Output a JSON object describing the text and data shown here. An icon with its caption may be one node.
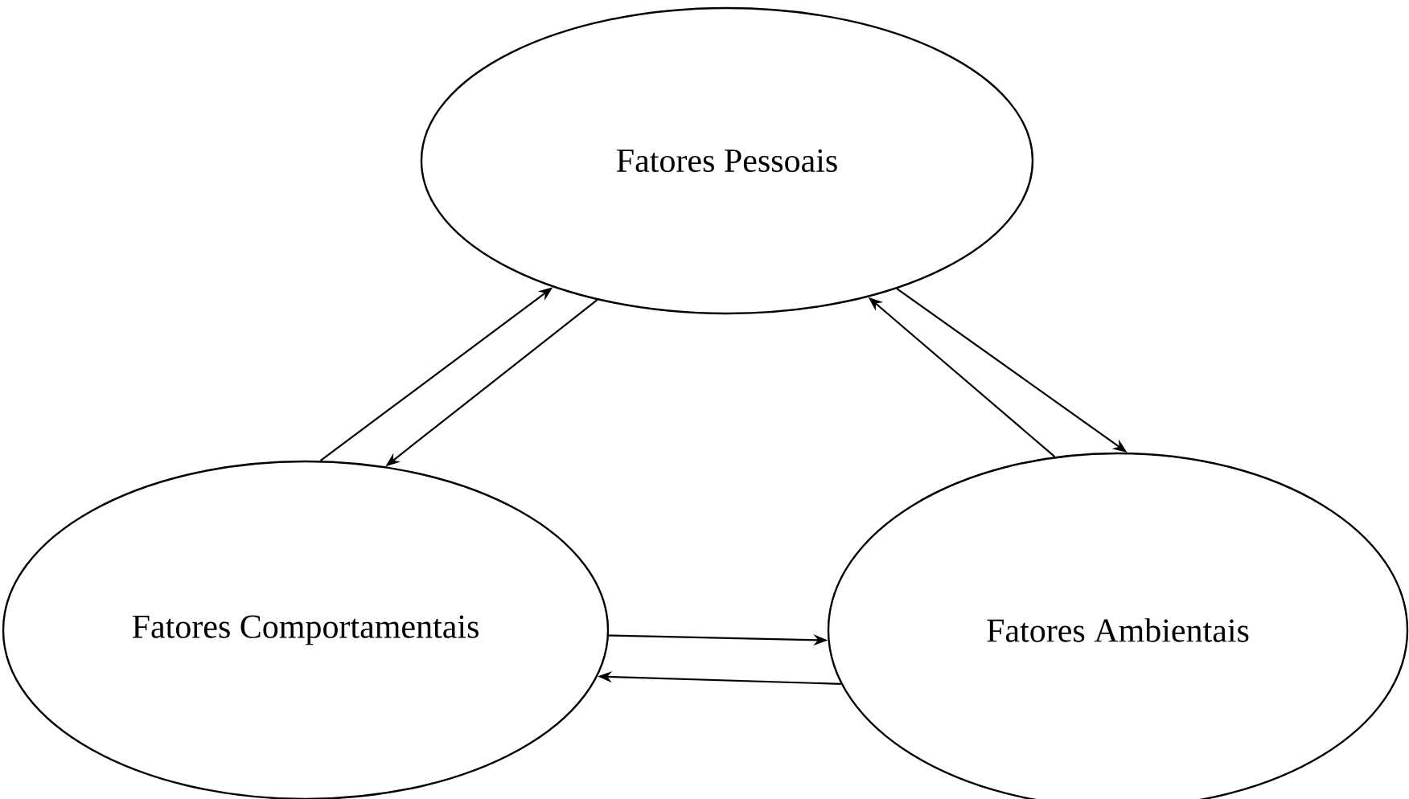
{
  "diagram": {
    "nodes": [
      {
        "text": [
          "Fatores Pessoais"
        ]
      },
      {
        "text": [
          "Fatores Comportamentais"
        ]
      },
      {
        "text": [
          "Fatores Ambientais"
        ]
      }
    ],
    "edges": [
      {
        "from": 1,
        "to": 0,
        "arrow": "to"
      },
      {
        "from": 0,
        "to": 1,
        "arrow": "to"
      },
      {
        "from": 2,
        "to": 0,
        "arrow": "to"
      },
      {
        "from": 0,
        "to": 2,
        "arrow": "to"
      },
      {
        "from": 1,
        "to": 2,
        "arrow": "to"
      },
      {
        "from": 2,
        "to": 1,
        "arrow": "to"
      }
    ]
  }
}
